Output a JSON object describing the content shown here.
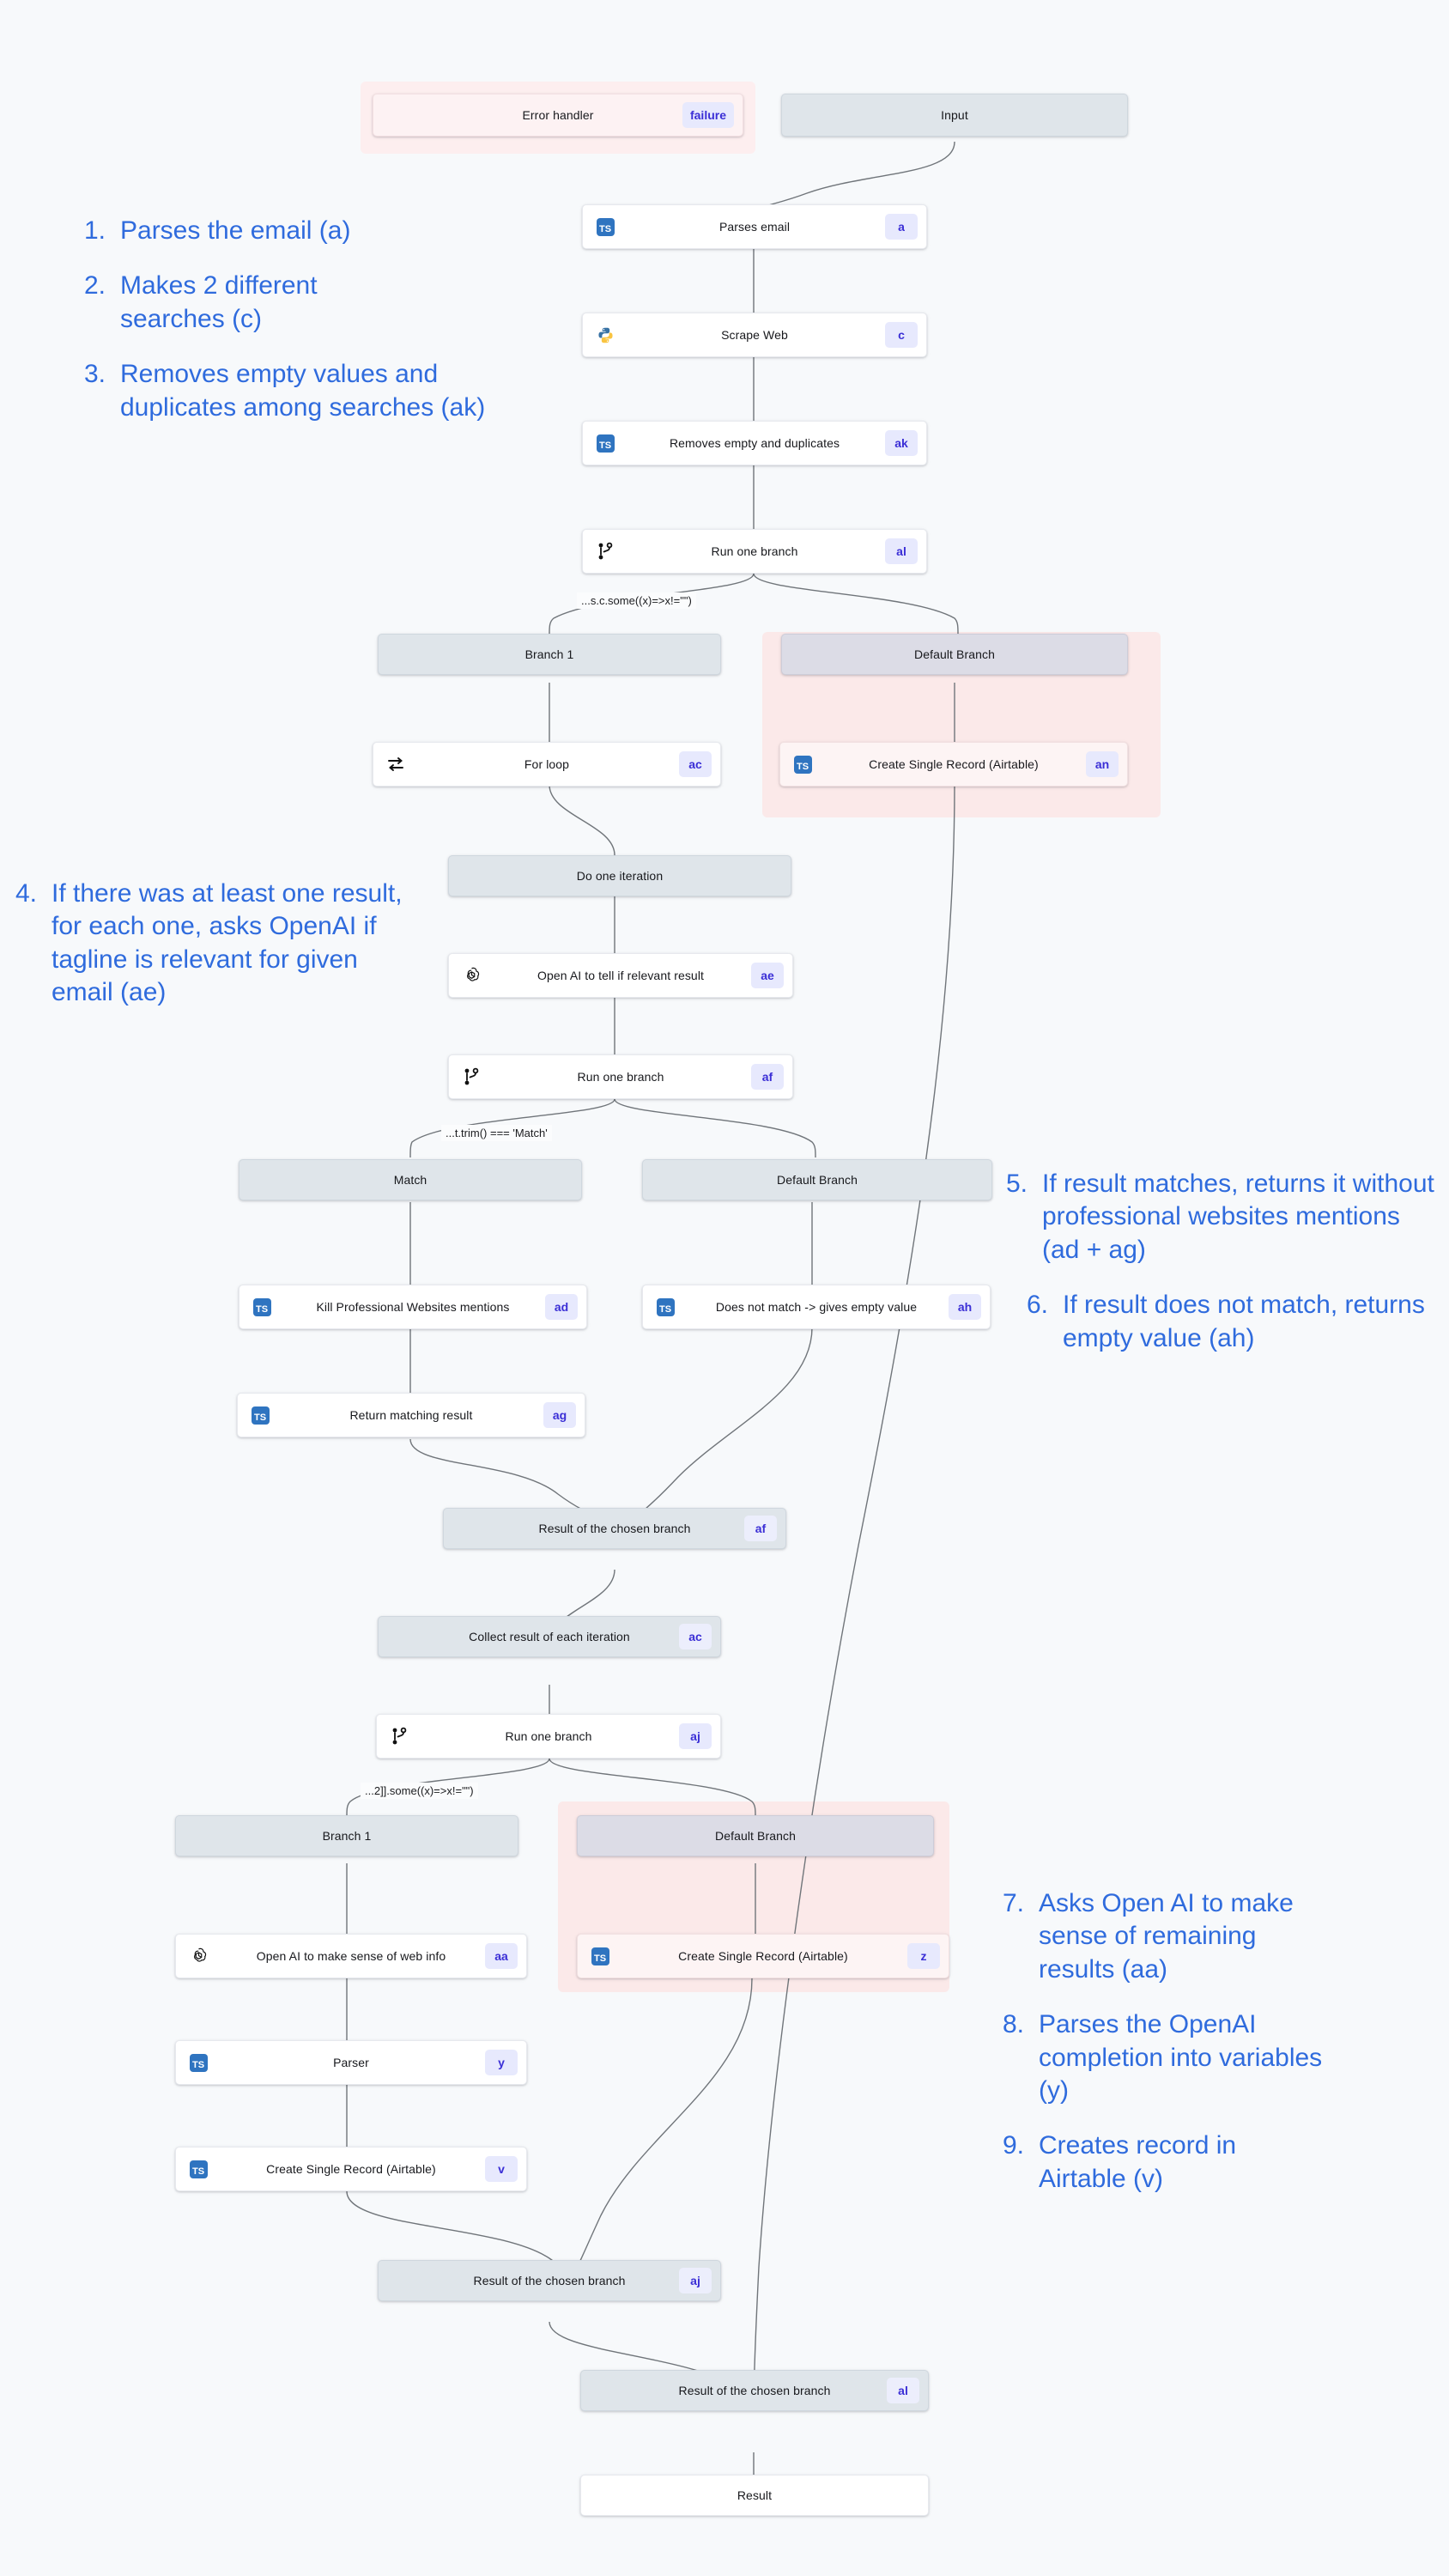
{
  "annotations": {
    "left": [
      {
        "num": "1.",
        "text": "Parses the email (a)"
      },
      {
        "num": "2.",
        "text": "Makes 2 different searches (c)"
      },
      {
        "num": "3.",
        "text": "Removes empty values and duplicates among searches (ak)"
      }
    ],
    "left_lower": [
      {
        "num": "4.",
        "text": "If there was at least one result, for each one, asks OpenAI if tagline is relevant for given email (ae)"
      }
    ],
    "right_mid": [
      {
        "num": "5.",
        "text": "If result matches, returns it without professional websites mentions (ad + ag)"
      },
      {
        "num": "6.",
        "text": "If result does not match, returns empty value (ah)"
      }
    ],
    "right_lower": [
      {
        "num": "7.",
        "text": "Asks Open AI to make sense of remaining results (aa)"
      },
      {
        "num": "8.",
        "text": "Parses the OpenAI completion into variables (y)"
      },
      {
        "num": "9.",
        "text": "Creates record in Airtable (v)"
      }
    ]
  },
  "nodes": {
    "error_handler": {
      "label": "Error handler",
      "badge": "failure",
      "icon": "none"
    },
    "input": {
      "label": "Input",
      "badge": "",
      "icon": "none"
    },
    "parses_email": {
      "label": "Parses email",
      "badge": "a",
      "icon": "typescript-icon"
    },
    "scrape_web": {
      "label": "Scrape Web",
      "badge": "c",
      "icon": "python-icon"
    },
    "removes_empty": {
      "label": "Removes empty and duplicates",
      "badge": "ak",
      "icon": "typescript-icon"
    },
    "run_branch_al": {
      "label": "Run one branch",
      "badge": "al",
      "icon": "branch-icon"
    },
    "branch1_top": {
      "label": "Branch 1",
      "badge": "",
      "icon": "none"
    },
    "default_top": {
      "label": "Default Branch",
      "badge": "",
      "icon": "none"
    },
    "for_loop": {
      "label": "For loop",
      "badge": "ac",
      "icon": "loop-icon"
    },
    "create_rec_an": {
      "label": "Create Single Record (Airtable)",
      "badge": "an",
      "icon": "typescript-icon"
    },
    "do_one_iter": {
      "label": "Do one iteration",
      "badge": "",
      "icon": "none"
    },
    "openai_relevant": {
      "label": "Open AI to tell if relevant result",
      "badge": "ae",
      "icon": "openai-icon"
    },
    "run_branch_af": {
      "label": "Run one branch",
      "badge": "af",
      "icon": "branch-icon"
    },
    "match": {
      "label": "Match",
      "badge": "",
      "icon": "none"
    },
    "default_mid": {
      "label": "Default Branch",
      "badge": "",
      "icon": "none"
    },
    "kill_mentions": {
      "label": "Kill Professional Websites mentions",
      "badge": "ad",
      "icon": "typescript-icon"
    },
    "no_match": {
      "label": "Does not match -> gives empty value",
      "badge": "ah",
      "icon": "typescript-icon"
    },
    "return_match": {
      "label": "Return matching result",
      "badge": "ag",
      "icon": "typescript-icon"
    },
    "result_af": {
      "label": "Result of the chosen branch",
      "badge": "af",
      "icon": "none"
    },
    "collect_iter": {
      "label": "Collect result of each iteration",
      "badge": "ac",
      "icon": "none"
    },
    "run_branch_aj": {
      "label": "Run one branch",
      "badge": "aj",
      "icon": "branch-icon"
    },
    "branch1_low": {
      "label": "Branch 1",
      "badge": "",
      "icon": "none"
    },
    "default_low": {
      "label": "Default Branch",
      "badge": "",
      "icon": "none"
    },
    "openai_sense": {
      "label": "Open AI to make sense of web info",
      "badge": "aa",
      "icon": "openai-icon"
    },
    "create_rec_z": {
      "label": "Create Single Record (Airtable)",
      "badge": "z",
      "icon": "typescript-icon"
    },
    "parser": {
      "label": "Parser",
      "badge": "y",
      "icon": "typescript-icon"
    },
    "create_rec_v": {
      "label": "Create Single Record (Airtable)",
      "badge": "v",
      "icon": "typescript-icon"
    },
    "result_aj": {
      "label": "Result of the chosen branch",
      "badge": "aj",
      "icon": "none"
    },
    "result_al": {
      "label": "Result of the chosen branch",
      "badge": "al",
      "icon": "none"
    },
    "result_final": {
      "label": "Result",
      "badge": "",
      "icon": "none"
    }
  },
  "conditions": {
    "cond_al": "...s.c.some((x)=>x!=\"\")",
    "cond_af": "...t.trim() === 'Match'",
    "cond_aj": "...2]].some((x)=>x!=\"\")"
  },
  "colors": {
    "annotation_blue": "#2f6bdd",
    "badge_bg": "#e7e9fd",
    "badge_fg": "#3b2fd6",
    "grey_node": "#dfe5ea",
    "pink_region": "#fdeeef",
    "canvas_bg": "#f7f9fb",
    "edge": "#6f7478"
  }
}
